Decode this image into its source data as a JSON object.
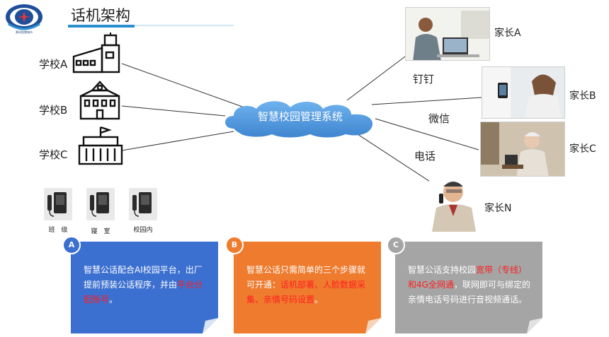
{
  "header": {
    "title": "话机架构",
    "logo_caption": "黄冈智慧城市"
  },
  "schools": [
    {
      "label": "学校A"
    },
    {
      "label": "学校B"
    },
    {
      "label": "学校C"
    }
  ],
  "phones": [
    {
      "label": "班　级"
    },
    {
      "label": "寝　室"
    },
    {
      "label": "校园内"
    }
  ],
  "hub": {
    "label": "智慧校园管理系统"
  },
  "channels": [
    "钉钉",
    "微信",
    "电话"
  ],
  "parents": [
    "家长A",
    "家长B",
    "家长C",
    "家长N"
  ],
  "cards": [
    {
      "badge": "A",
      "text_pre": "智慧公话配合AI校园平台，出厂提前预装公话程序，并由",
      "text_highlight": "平台分配账号",
      "text_post": "。",
      "color": "#3b6fd0"
    },
    {
      "badge": "B",
      "text_pre": "智慧公话只需简单的三个步骤就可开通：",
      "text_highlight": "话机部署、人脸数据采集、亲情号码设置",
      "text_post": "。",
      "color": "#ee7b2e"
    },
    {
      "badge": "C",
      "text_pre": "智慧公话支持校园",
      "text_highlight": "宽带（专线）和4G全网通",
      "text_post": "，联网即可与绑定的亲情电话号码进行音视频通话。",
      "color": "#a5a5a5"
    }
  ],
  "colors": {
    "title_bar": "#2a8fd0",
    "cloud": "#4f97dc",
    "highlight": "#ff2020"
  }
}
